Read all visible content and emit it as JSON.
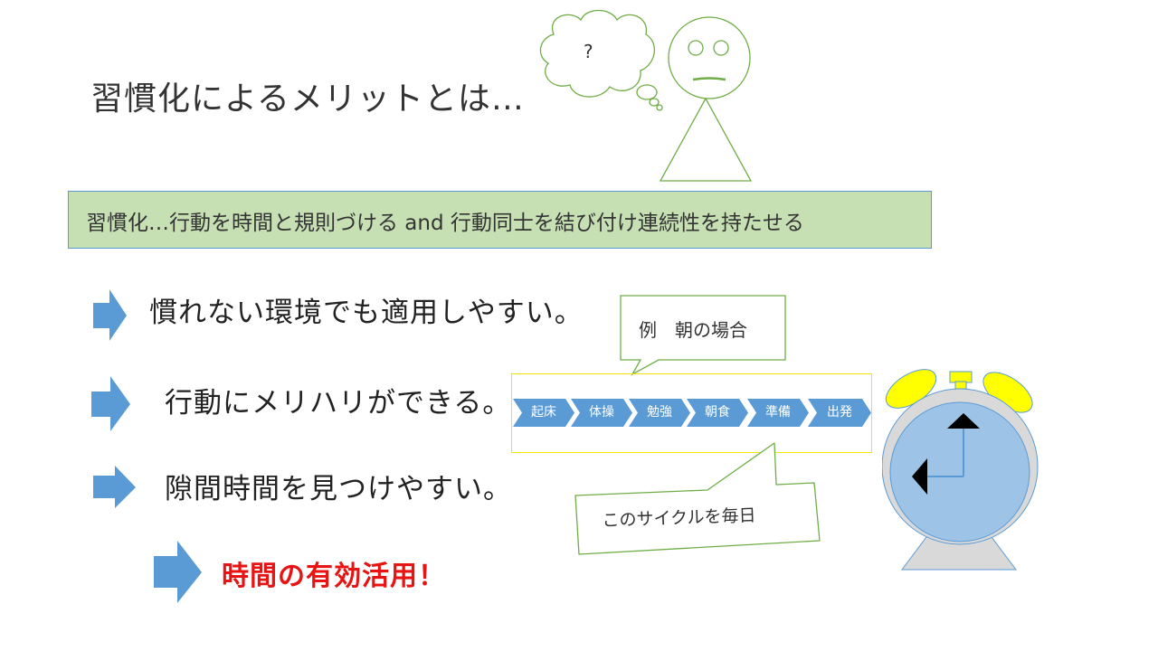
{
  "slide": {
    "title": "習慣化によるメリットとは…",
    "definition": "習慣化…行動を時間と規則づける and 行動同士を結び付け連続性を持たせる",
    "points": [
      "慣れない環境でも適用しやすい。",
      "行動にメリハリができる。",
      "隙間時間を見つけやすい。"
    ],
    "conclusion": "時間の有効活用！"
  },
  "thought_bubble": {
    "text": "?"
  },
  "example_callout": {
    "text": "例　朝の場合"
  },
  "process": {
    "steps": [
      "起床",
      "体操",
      "勉強",
      "朝食",
      "準備",
      "出発"
    ],
    "color": "#5b9bd5",
    "frame_color": "#f2e600"
  },
  "cycle_callout": {
    "text": "このサイクルを毎日"
  },
  "colors": {
    "arrow": "#5b9bd5",
    "definition_fill": "#c6e0b4",
    "conclusion": "#e81414",
    "figure_stroke": "#70ad47",
    "clock_face": "#9dc3e6",
    "clock_bells": "#ffff00"
  },
  "icons": [
    "right-arrow-icon",
    "thought-bubble-icon",
    "stick-figure-icon",
    "alarm-clock-icon"
  ]
}
